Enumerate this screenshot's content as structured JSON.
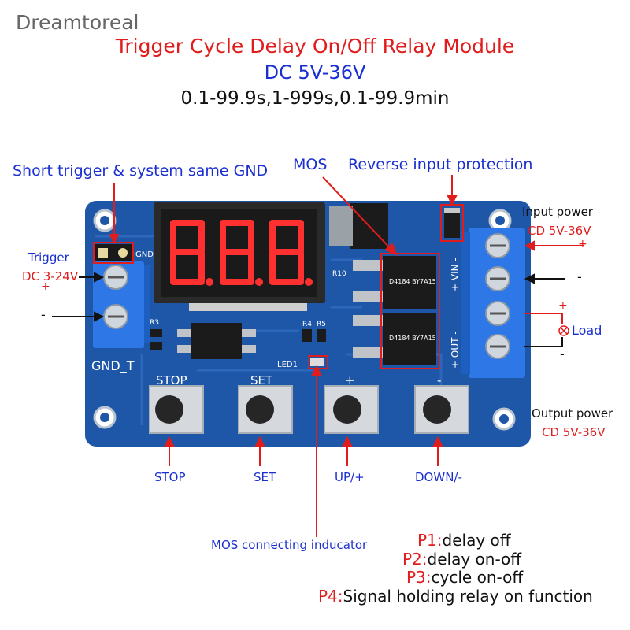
{
  "watermark": "Dreamtoreal",
  "header": {
    "title": "Trigger Cycle Delay On/Off Relay Module",
    "voltage": "DC 5V-36V",
    "time_range": "0.1-99.9s,1-999s,0.1-99.9min"
  },
  "callouts": {
    "short_trigger": "Short trigger & system same GND",
    "mos": "MOS",
    "reverse": "Reverse input protection",
    "trigger": "Trigger",
    "trigger_voltage": "DC 3-24V",
    "plus": "+",
    "minus": "-",
    "input_power": "Input power",
    "input_voltage": "CD 5V-36V",
    "load": "Load",
    "output_power": "Output power",
    "output_voltage": "CD 5V-36V",
    "mos_indicator": "MOS connecting inducator"
  },
  "board": {
    "display": "8.8.8.",
    "gnd_label": "GND",
    "gnd_t": "GND_T",
    "r10": "R10",
    "r3": "R3",
    "r4": "R4",
    "r5": "R5",
    "led1": "LED1",
    "vin_label": "+ VIN -",
    "out_label": "+ OUT -",
    "mos_chip_1": "D4184 BY7A15",
    "mos_chip_2": "D4184 BY7A15",
    "btn_stop_silk": "STOP",
    "btn_set_silk": "SET",
    "btn_up_silk": "+",
    "btn_down_silk": "-"
  },
  "buttons": [
    {
      "label": "STOP"
    },
    {
      "label": "SET"
    },
    {
      "label": "UP/+"
    },
    {
      "label": "DOWN/-"
    }
  ],
  "modes": [
    {
      "code": "P1:",
      "text": "delay off"
    },
    {
      "code": "P2:",
      "text": "delay on-off"
    },
    {
      "code": "P3:",
      "text": "cycle on-off"
    },
    {
      "code": "P4:",
      "text": "Signal holding relay on function"
    }
  ],
  "colors": {
    "pcb": "#1f57a8",
    "accent_red": "#e01c1c",
    "accent_blue": "#1a2fd0",
    "terminal_blue": "#2d78e6",
    "display_red": "#ff3030"
  }
}
